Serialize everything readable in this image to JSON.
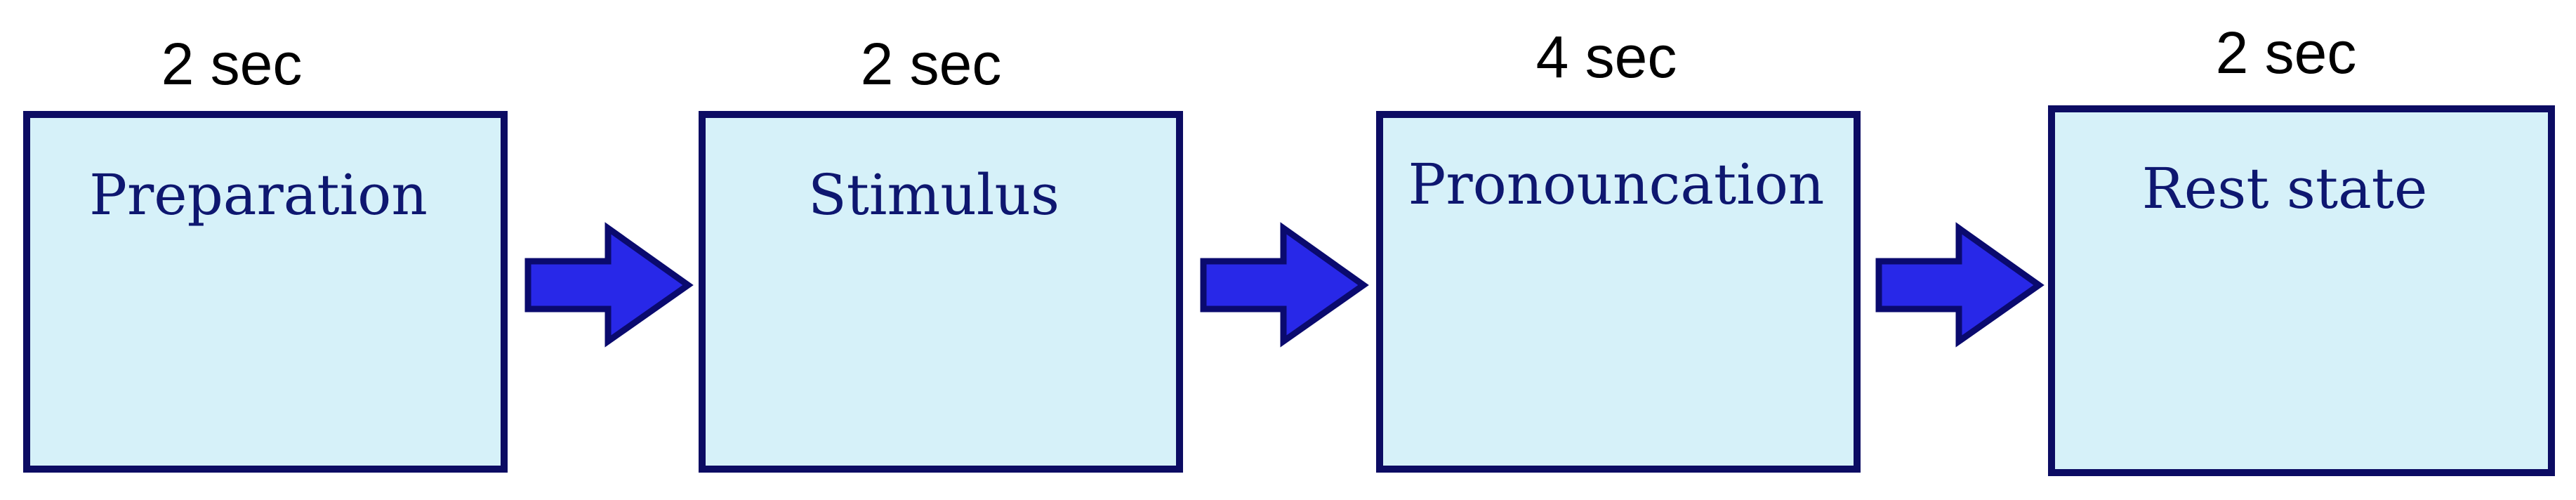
{
  "diagram": {
    "colors": {
      "box_fill": "#D6F1F9",
      "box_border": "#0C0C63",
      "label_text": "#0E1770",
      "arrow_fill": "#2828E8",
      "arrow_border": "#0A0A6E"
    },
    "steps": [
      {
        "label": "Preparation",
        "duration": "2 sec"
      },
      {
        "label": "Stimulus",
        "duration": "2 sec"
      },
      {
        "label": "Pronouncation",
        "duration": "4 sec"
      },
      {
        "label": "Rest state",
        "duration": "2 sec"
      }
    ],
    "arrows": [
      {
        "icon": "right-arrow-icon"
      },
      {
        "icon": "right-arrow-icon"
      },
      {
        "icon": "right-arrow-icon"
      }
    ]
  }
}
